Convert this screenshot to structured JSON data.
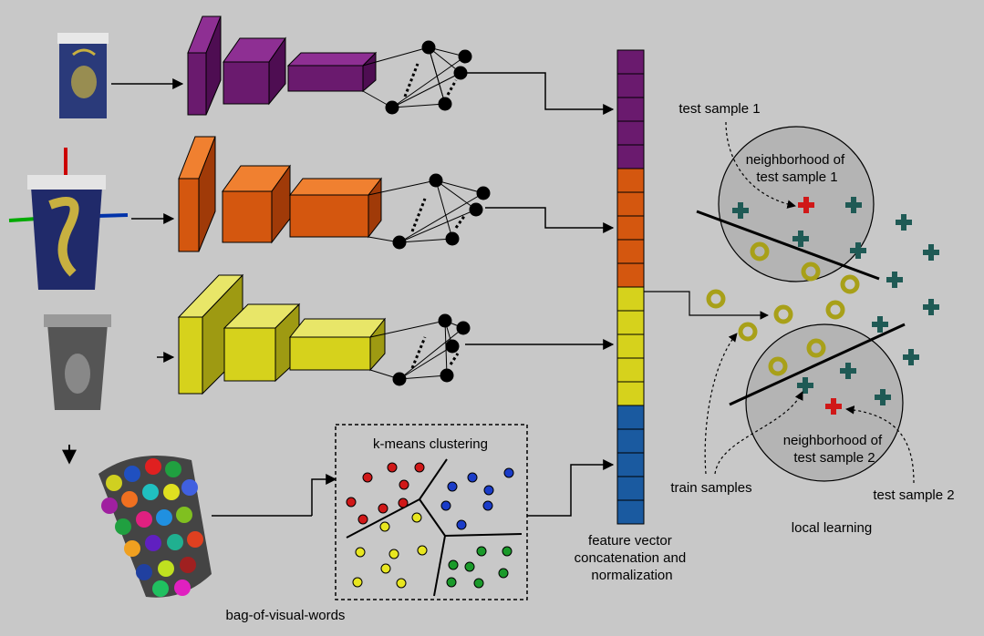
{
  "labels": {
    "kmeans": "k-means clustering",
    "bovw": "bag-of-visual-words",
    "feature_vector": [
      "feature vector",
      "concatenation and",
      "normalization"
    ],
    "test_sample_1": "test sample 1",
    "test_sample_2": "test sample 2",
    "neighborhood_1": [
      "neighborhood of",
      "test sample 1"
    ],
    "neighborhood_2": [
      "neighborhood of",
      "test sample 2"
    ],
    "train_samples": "train samples",
    "local_learning": "local learning"
  },
  "colors": {
    "background": "#c8c8c8",
    "purple": "#6a1a6e",
    "orange": "#d4570f",
    "yellow": "#d6d21c",
    "blue": "#1a5aa0",
    "teal": "#1f5a55",
    "red": "#d01818",
    "olive": "#a8a019"
  },
  "feature_vector_segments": [
    {
      "color": "purple",
      "count": 5
    },
    {
      "color": "orange",
      "count": 5
    },
    {
      "color": "yellow",
      "count": 5
    },
    {
      "color": "blue",
      "count": 5
    }
  ]
}
